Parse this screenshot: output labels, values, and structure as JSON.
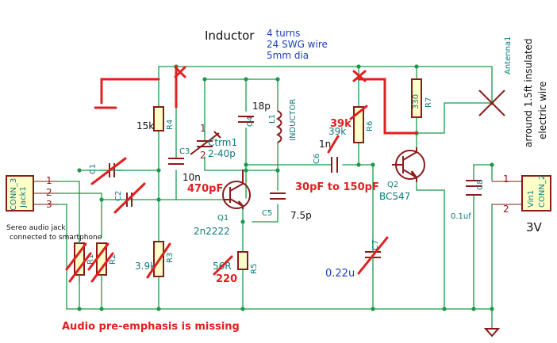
{
  "title": {
    "label": "Inductor",
    "lines": [
      "4 turns",
      "24 SWG wire",
      "5mm dia"
    ]
  },
  "antenna": {
    "ref": "Antenna1",
    "note_lines": [
      "arround 1.5ft insulated",
      "electric wire"
    ]
  },
  "jack": {
    "ref": "CONN_3",
    "name": "Jack1",
    "pins": [
      "1",
      "2",
      "3"
    ],
    "note_lines": [
      "Sereo audio jack",
      "connected to smartphone"
    ]
  },
  "power": {
    "ref": "CONN_2",
    "name": "Vin1",
    "pins": [
      "1",
      "2"
    ],
    "voltage": "3V"
  },
  "components": {
    "R1": {
      "ref": "R1"
    },
    "R2": {
      "ref": "R2"
    },
    "R3": {
      "ref": "R3",
      "value": "3.9k"
    },
    "R4": {
      "ref": "R4",
      "value": "15k"
    },
    "R5": {
      "ref": "R5",
      "value": "56R",
      "new_value": "220"
    },
    "R6": {
      "ref": "R6",
      "value": "39k"
    },
    "R7": {
      "ref": "R7",
      "value": "330"
    },
    "C1": {
      "ref": "C1"
    },
    "C2": {
      "ref": "C2"
    },
    "C3": {
      "ref": "C3",
      "value": "10n",
      "new_value": "470pF"
    },
    "C4": {
      "ref": "C4",
      "value": "18p"
    },
    "C5": {
      "ref": "C5",
      "value": "7.5p"
    },
    "C6": {
      "ref": "C6",
      "value": "1n",
      "new_value": "30pF to 150pF"
    },
    "C7": {
      "ref": "C7",
      "value": "0.22u"
    },
    "C8": {
      "ref": "C8",
      "value": "0.1uf"
    },
    "L1": {
      "ref": "L1",
      "value": "INDUCTOR"
    },
    "Ctrm1": {
      "ref": "Ctrm1",
      "value": "2-40p"
    },
    "Q1": {
      "ref": "Q1",
      "value": "2n2222"
    },
    "Q2": {
      "ref": "Q2",
      "value": "BC547"
    }
  },
  "note": "Audio pre-emphasis is missing",
  "colors": {
    "wire": "#1a9a4a",
    "part": "#8b1a1a",
    "markup": "#e02020",
    "label": "#0d7a7a",
    "blue_label": "#1a3fbf"
  }
}
